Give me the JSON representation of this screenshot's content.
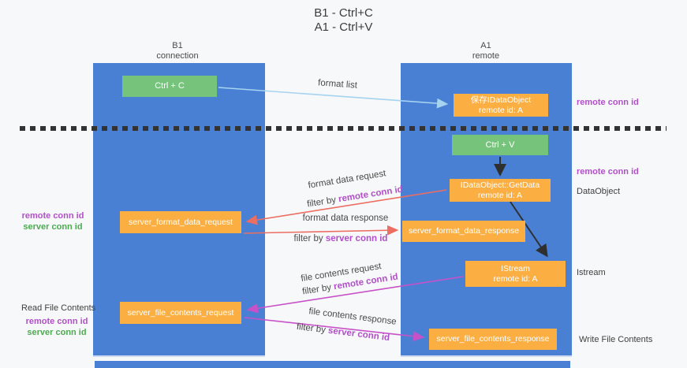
{
  "title": {
    "line1": "B1 - Ctrl+C",
    "line2": "A1 - Ctrl+V"
  },
  "lanes": {
    "left": {
      "name": "B1",
      "role": "connection"
    },
    "right": {
      "name": "A1",
      "role": "remote"
    }
  },
  "nodes": {
    "ctrl_c": "Ctrl + C",
    "save_idataobject": {
      "line1": "保存IDataObject",
      "line2": "remote id: A"
    },
    "ctrl_v": "Ctrl + V",
    "getdata": {
      "line1": "IDataObject::GetData",
      "line2": "remote id: A"
    },
    "format_request": "server_format_data_request",
    "format_response": "server_format_data_response",
    "istream": {
      "line1": "IStream",
      "line2": "remote id: A"
    },
    "file_request": "server_file_contents_request",
    "file_response": "server_file_contents_response"
  },
  "annotations": {
    "format_list": "format list",
    "format_data_request": {
      "line1": "format data request",
      "filter_prefix": "filter by",
      "filter_key": "remote conn id"
    },
    "format_data_response": {
      "line1": "format data response",
      "filter_prefix": "filter by",
      "filter_key": "server conn id"
    },
    "file_contents_request": {
      "line1": "file contents request",
      "filter_prefix": "filter by",
      "filter_key": "remote conn id"
    },
    "file_contents_response": {
      "line1": "file contents response",
      "filter_prefix": "filter by",
      "filter_key": "server conn id"
    }
  },
  "side_labels": {
    "right_remote_conn_id_top": "remote conn id",
    "right_remote_conn_id_mid": "remote conn id",
    "right_dataobject": "DataObject",
    "right_istream": "Istream",
    "right_write_file_contents": "Write File Contents",
    "left_remote_conn_id_top": "remote conn id",
    "left_server_conn_id_top": "server conn id",
    "left_read_file_contents": "Read File Contents",
    "left_remote_conn_id_bottom": "remote conn id",
    "left_server_conn_id_bottom": "server conn id"
  },
  "colors": {
    "lane_blue": "#4a80d4",
    "node_green": "#76c37c",
    "node_orange": "#fbae41",
    "arrow_light_blue": "#a5d3f0",
    "arrow_red": "#ec6d62",
    "arrow_magenta": "#c751c8",
    "arrow_black": "#2f2f2f",
    "text_purple": "#b14fc8",
    "text_green": "#4cab51",
    "dash_line": "#333333"
  }
}
